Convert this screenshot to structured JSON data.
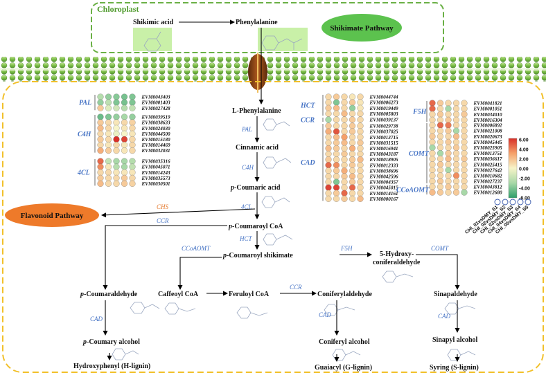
{
  "regions": {
    "chloroplast_label": "Chloroplast",
    "shikimate_pathway": "Shikimate Pathway",
    "flavonoid_pathway": "Flavonoid Pathway"
  },
  "compounds": {
    "shikimic_acid": "Shikimic acid",
    "phenylalanine": "Phenylalanine",
    "l_phenylalanine": "L-Phenylalanine",
    "cinnamic_acid": "Cinnamic acid",
    "p_coumaric_acid": "Coumaric acid",
    "p_coumaroyl_coa": "Coumaroyl CoA",
    "p_coumaroyl_shikimate": "Coumaroyl shikimate",
    "hydroxy_line1": "5-Hydroxy-",
    "hydroxy_line2": "coniferaldehyde",
    "p_coumaraldehyde": "Coumaraldehyde",
    "caffeoyl_coa": "Caffeoyl CoA",
    "feruloyl_coa": "Feruloyl CoA",
    "coniferylaldehyde": "Coniferylaldehyde",
    "sinapaldehyde": "Sinapaldehyde",
    "p_coumary_alcohol": "Coumary alcohol",
    "coniferyl_alcohol": "Coniferyl alcohol",
    "sinapyl_alcohol": "Sinapyl alcohol",
    "h_lignin": "Hydroxyphenyl (H-lignin)",
    "g_lignin": "Guaiacyl (G-lignin)",
    "s_lignin": "Syring (S-lignin)",
    "p_prefix": "p"
  },
  "enzymes": {
    "pal": "PAL",
    "c4h": "C4H",
    "4cl": "4CL",
    "chs": "CHS",
    "ccr": "CCR",
    "hct": "HCT",
    "ccoaomt": "CCoAOMT",
    "f5h": "F5H",
    "comt": "COMT",
    "cad": "CAD"
  },
  "gene_groups": [
    {
      "enzyme": "PAL",
      "genes": [
        "EVM0043403",
        "EVM0001403",
        "EVM0027428"
      ],
      "values": [
        [
          -2.5,
          -3.5,
          -3.8,
          -4.2,
          -4.0
        ],
        [
          -3.5,
          -2.2,
          -4.0,
          -4.2,
          -4.0
        ],
        [
          1.5,
          -1.0,
          -1.5,
          -2.5,
          -2.0
        ]
      ]
    },
    {
      "enzyme": "C4H",
      "genes": [
        "EVM0039519",
        "EVM0038633",
        "EVM0024030",
        "EVM0044500",
        "EVM0015180",
        "EVM0014469",
        "EVM0032031"
      ],
      "values": [
        [
          -4.5,
          -4.0,
          -3.5,
          -3.0,
          -3.5
        ],
        [
          1.5,
          1.0,
          0.5,
          1.0,
          1.2
        ],
        [
          2.0,
          1.0,
          0.0,
          0.5,
          1.0
        ],
        [
          1.0,
          0.5,
          -0.5,
          0.0,
          0.5
        ],
        [
          1.5,
          1.0,
          6.0,
          5.5,
          1.0
        ],
        [
          1.0,
          0.5,
          1.0,
          0.5,
          1.0
        ],
        [
          2.5,
          1.5,
          1.0,
          0.5,
          1.0
        ]
      ]
    },
    {
      "enzyme": "4CL",
      "genes": [
        "EVM0035316",
        "EVM0045071",
        "EVM0014243",
        "EVM0035573",
        "EVM0030501"
      ],
      "values": [
        [
          4.5,
          -2.0,
          -3.0,
          -3.0,
          -2.5
        ],
        [
          3.5,
          0.5,
          -2.5,
          -3.0,
          -2.0
        ],
        [
          1.0,
          1.0,
          0.5,
          0.5,
          0.5
        ],
        [
          1.5,
          1.0,
          1.0,
          1.5,
          1.0
        ],
        [
          2.0,
          1.0,
          1.0,
          1.5,
          1.2
        ]
      ]
    },
    {
      "enzyme": "HCT",
      "genes": [
        "EVM0044744",
        "EVM0006273",
        "EVM0019449",
        "EVM0005803"
      ],
      "values": [
        [
          1.0,
          1.5,
          1.0,
          0.5,
          1.0
        ],
        [
          1.0,
          -4.0,
          1.0,
          1.5,
          0.5
        ],
        [
          1.5,
          2.0,
          1.0,
          -3.5,
          0.5
        ],
        [
          1.0,
          1.0,
          2.0,
          1.0,
          1.0
        ]
      ]
    },
    {
      "enzyme": "CCR",
      "genes": [
        "EVM0039137"
      ],
      "values": [
        [
          -3.0,
          1.0,
          1.0,
          1.5,
          1.0
        ]
      ]
    },
    {
      "enzyme": "CAD",
      "genes": [
        "EVM0029738",
        "EVM0037025",
        "EVM0013715",
        "EVM0031515",
        "EVM0016941",
        "EVM0043187",
        "EVM0018905",
        "EVM0012333",
        "EVM0038696",
        "EVM0042596",
        "EVM0004357",
        "EVM0045015",
        "EVM0014161",
        "EVM0000167"
      ],
      "values": [
        [
          1.5,
          1.0,
          1.0,
          1.5,
          1.0
        ],
        [
          2.5,
          5.0,
          1.0,
          1.5,
          1.0
        ],
        [
          1.0,
          2.0,
          3.0,
          1.0,
          1.0
        ],
        [
          1.0,
          1.5,
          2.0,
          1.0,
          1.5
        ],
        [
          2.0,
          1.5,
          1.0,
          2.5,
          1.0
        ],
        [
          1.0,
          1.0,
          1.5,
          1.0,
          1.0
        ],
        [
          1.5,
          1.0,
          1.0,
          1.5,
          2.0
        ],
        [
          4.5,
          3.5,
          1.0,
          1.5,
          1.0
        ],
        [
          1.0,
          1.5,
          2.5,
          1.0,
          1.0
        ],
        [
          1.0,
          1.0,
          1.5,
          2.0,
          1.0
        ],
        [
          1.0,
          -4.0,
          1.0,
          1.5,
          1.0
        ],
        [
          5.5,
          5.5,
          1.0,
          4.5,
          1.0
        ],
        [
          1.0,
          1.5,
          4.5,
          1.0,
          1.0
        ],
        [
          1.0,
          1.0,
          1.5,
          1.0,
          2.0
        ]
      ]
    },
    {
      "enzyme": "F5H",
      "genes": [
        "EVM0041821",
        "EVM0001051",
        "EVM0034010",
        "EVM0016304"
      ],
      "values": [
        [
          4.5,
          1.5,
          1.0,
          1.0,
          1.0
        ],
        [
          4.5,
          1.0,
          -3.0,
          1.0,
          1.0
        ],
        [
          1.0,
          1.5,
          1.0,
          1.0,
          1.5
        ],
        [
          1.0,
          1.0,
          1.5,
          1.0,
          1.0
        ]
      ]
    },
    {
      "enzyme": "COMT",
      "genes": [
        "EVM0006892",
        "EVM0021008",
        "EVM0020673",
        "EVM0045445",
        "EVM0025905",
        "EVM0013751",
        "EVM0036617",
        "EVM0025415",
        "EVM0027642",
        "EVM0010682",
        "EVM0027237"
      ],
      "values": [
        [
          1.0,
          4.5,
          4.0,
          1.0,
          1.0
        ],
        [
          1.0,
          1.0,
          1.5,
          -3.0,
          1.0
        ],
        [
          1.5,
          1.0,
          1.0,
          2.0,
          1.0
        ],
        [
          1.0,
          1.0,
          1.5,
          1.0,
          1.0
        ],
        [
          -3.0,
          1.0,
          1.0,
          1.5,
          1.0
        ],
        [
          1.0,
          -3.0,
          1.5,
          1.0,
          1.0
        ],
        [
          1.0,
          1.0,
          2.0,
          1.0,
          1.5
        ],
        [
          1.0,
          1.5,
          1.0,
          1.0,
          1.0
        ],
        [
          1.0,
          1.0,
          -3.0,
          1.0,
          1.0
        ],
        [
          1.0,
          1.0,
          1.0,
          3.5,
          1.0
        ],
        [
          1.0,
          1.5,
          1.0,
          1.0,
          1.0
        ]
      ]
    },
    {
      "enzyme": "CCoAOMT",
      "genes": [
        "EVM0043812",
        "EVM0012680"
      ],
      "values": [
        [
          1.0,
          1.0,
          1.5,
          1.0,
          1.0
        ],
        [
          2.0,
          1.5,
          1.0,
          1.5,
          -3.0
        ]
      ]
    }
  ],
  "legend": {
    "ticks": [
      "6.00",
      "4.00",
      "2.00",
      "0.00",
      "-2.00",
      "-4.00",
      "-6.00"
    ],
    "min": -6,
    "max": 6,
    "colors": [
      "#2e9e6a",
      "#a8d8a8",
      "#f7f4c8",
      "#f5a06a",
      "#d7302a"
    ],
    "samples": [
      "CHI_01vsDMY_S1",
      "CHI_02vsDMY_S2",
      "CHI_03vsDMY_S3",
      "CHI_04vsDMY_S4",
      "CHI_05vsDMY_S5"
    ]
  }
}
